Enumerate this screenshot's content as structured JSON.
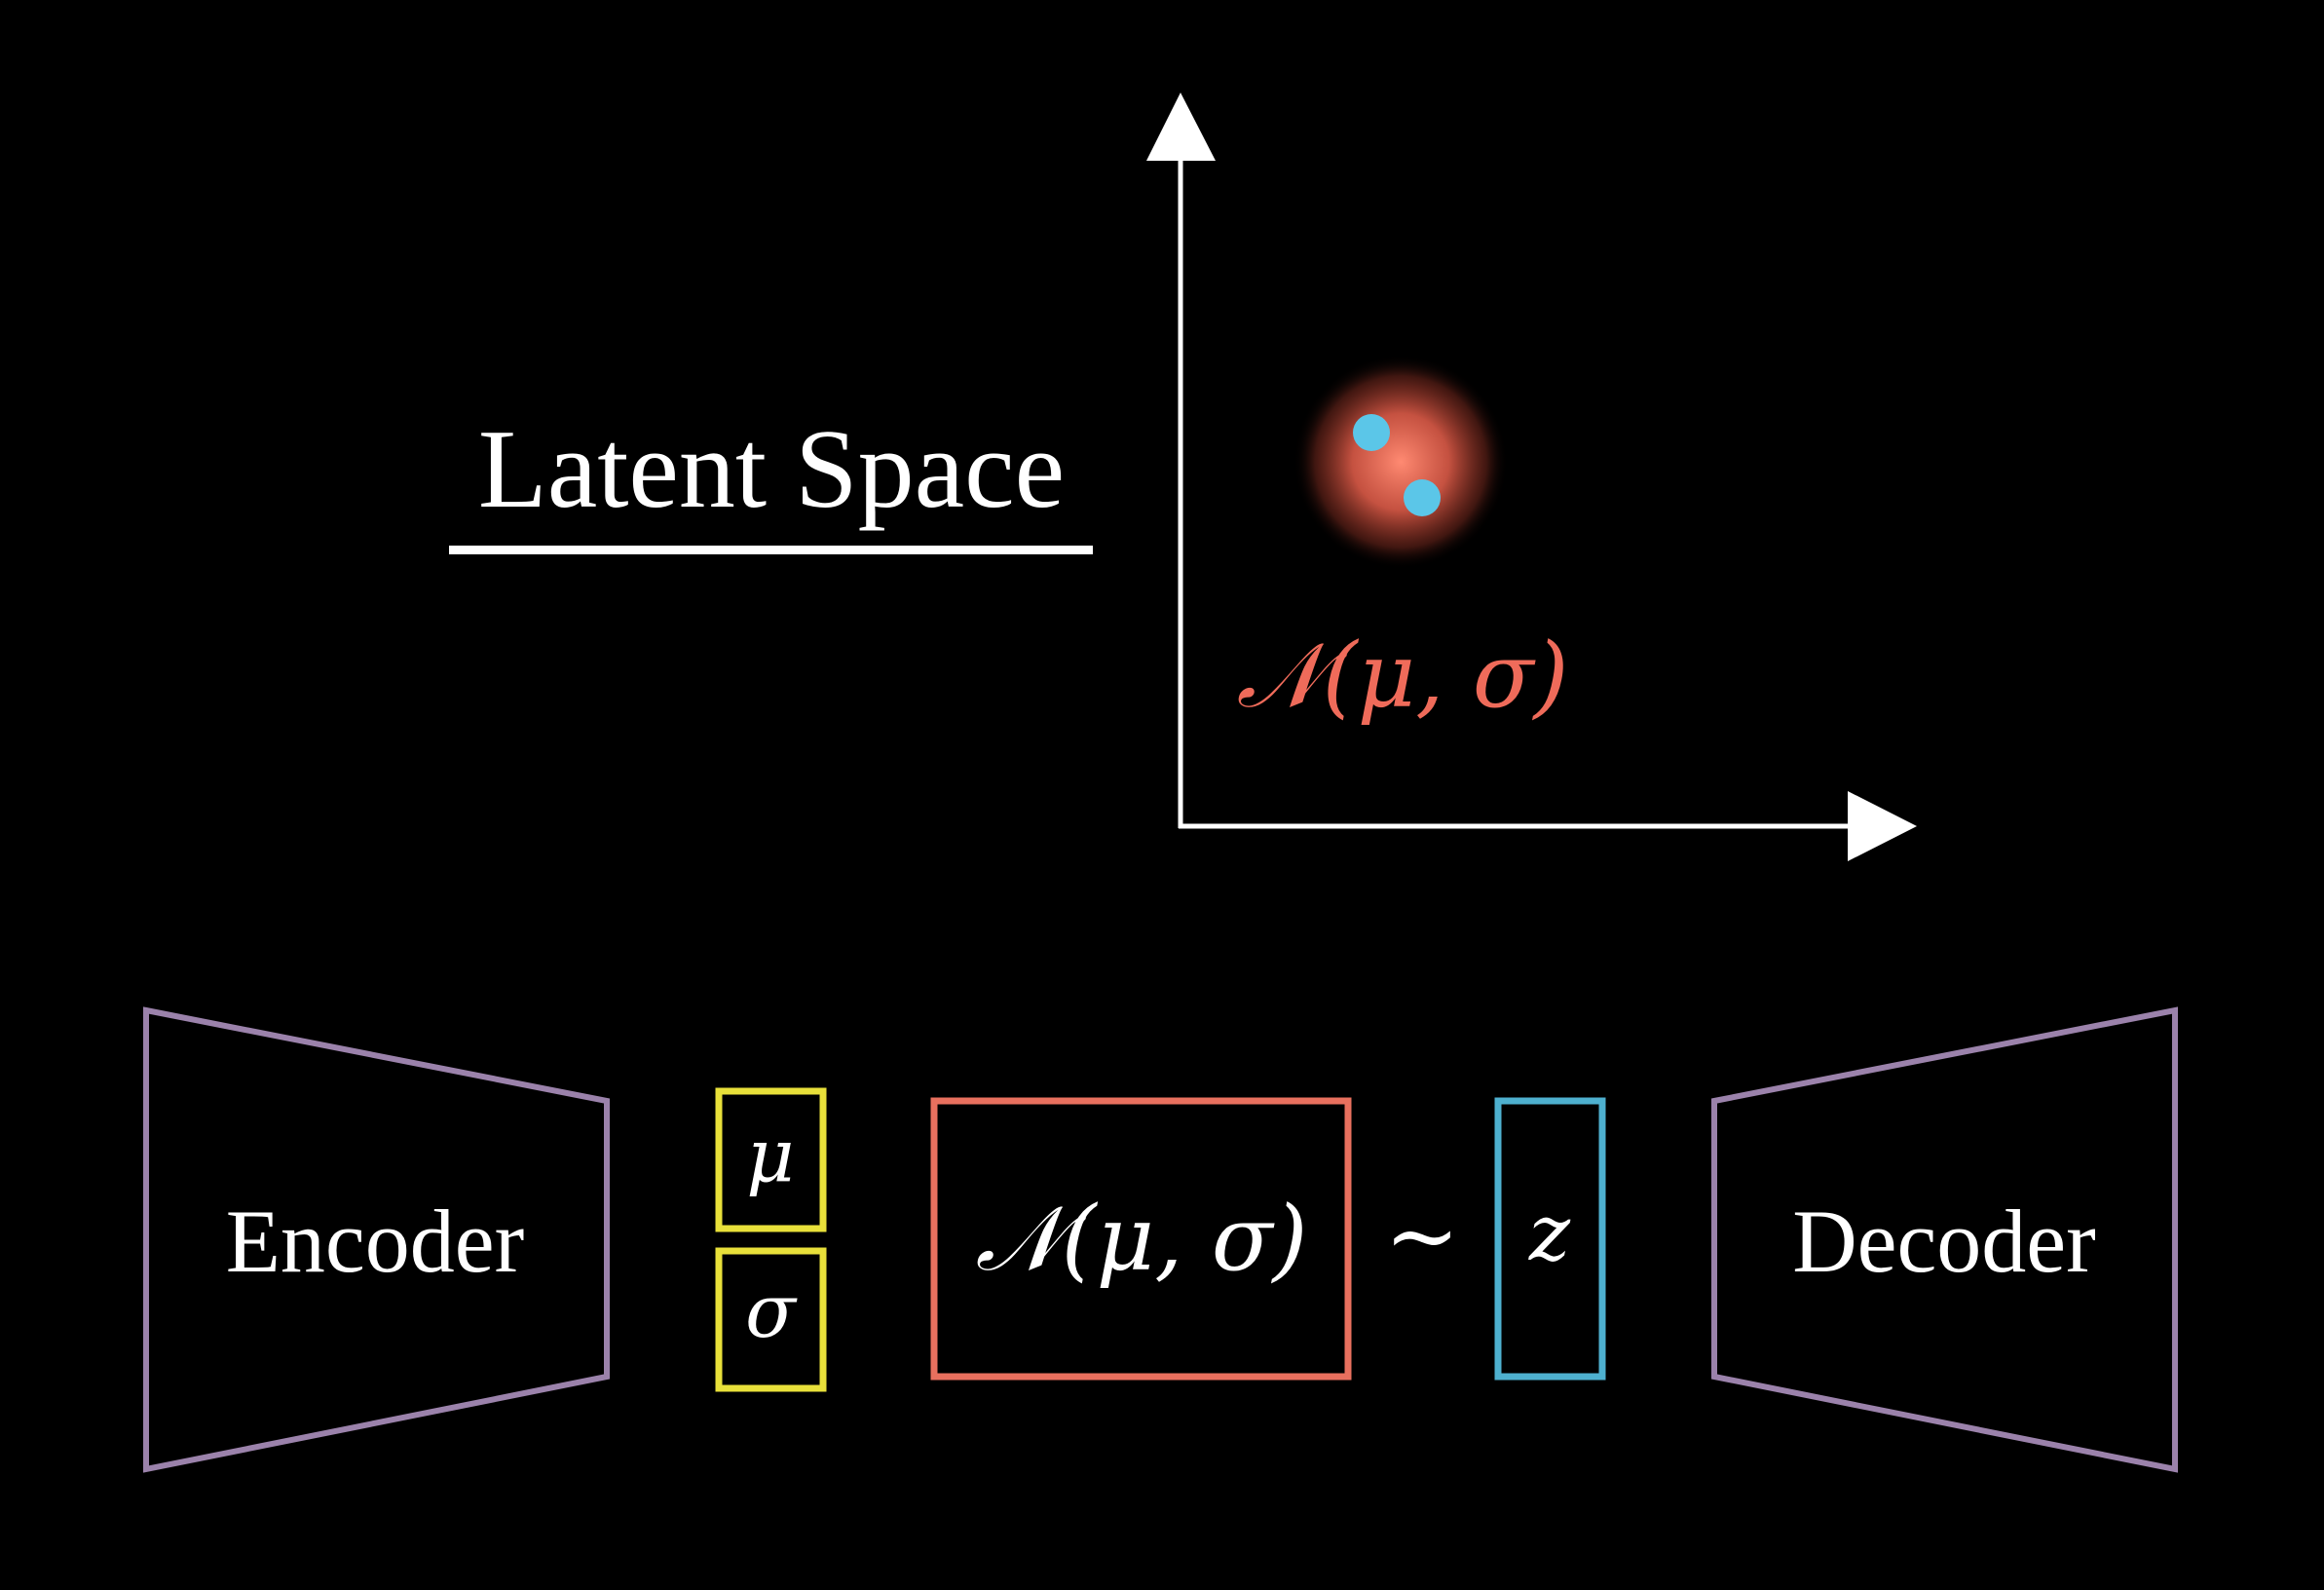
{
  "title": "Latent Space",
  "latent_plot": {
    "distribution_label": "𝒩(μ, σ)",
    "points_count": 2
  },
  "pipeline": {
    "encoder_label": "Encoder",
    "mu_label": "μ",
    "sigma_label": "σ",
    "normal_label": "𝒩(μ, σ)",
    "tilde_label": "~",
    "z_label": "z",
    "decoder_label": "Decoder"
  },
  "colors": {
    "background": "#000000",
    "axis": "#ffffff",
    "distribution": "#ef6b5a",
    "point": "#5bc6e8",
    "trapezoid": "#9b82ab",
    "mu_sigma_box": "#e8e03a",
    "normal_box": "#e8705e",
    "z_box": "#4eb0cf",
    "text": "#ffffff"
  }
}
